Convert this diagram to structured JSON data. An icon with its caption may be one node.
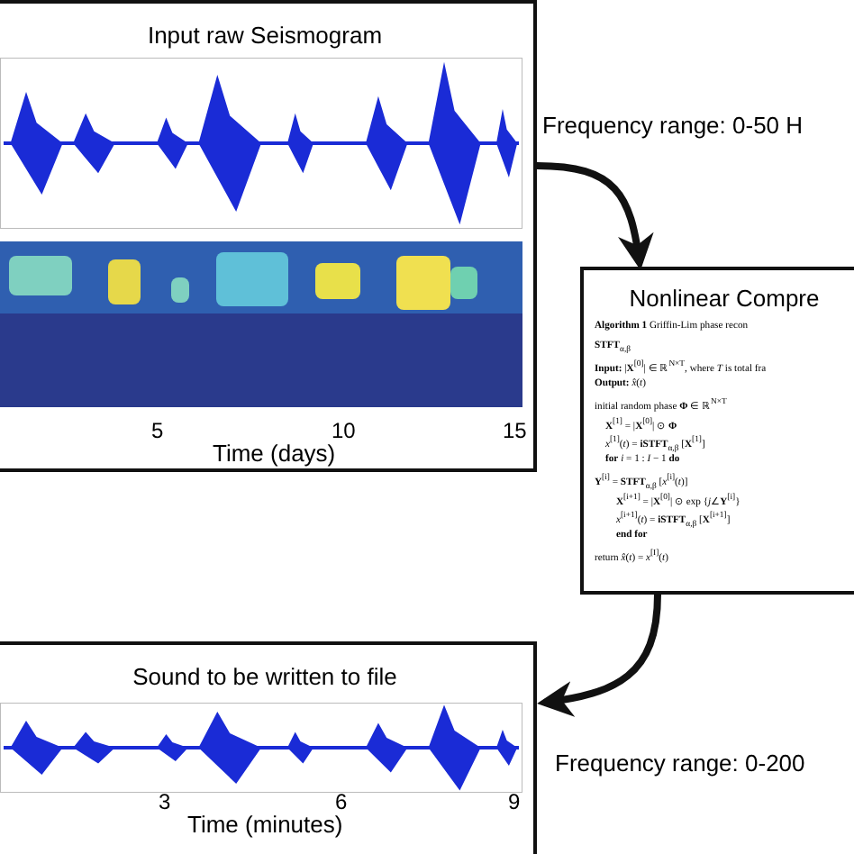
{
  "diagram": {
    "nodes": [
      {
        "text": [
          "Input raw Seismogram"
        ]
      },
      {
        "text": [
          "Nonlinear Compre",
          "**Algorithm 1** Griffin-Lim phase recon",
          "**STFT**$_{α,β}$",
          "**Input:** |**X**$^{[0]}$| ∈ ℝ$^{N×T}$, where *T* is total fra",
          "**Output:** *x̂*(*t*)",
          "initial random phase **Φ** ∈ ℝ$^{N×T}$",
          "**X**$^{[1]}$ = |**X**$^{[0]}$| ⊙ **Φ**",
          "*x*$^{[1]}$(*t*) = **iSTFT**$_{α,β}$ [**X**$^{[1]}$]",
          "**for** *i* = 1 : *I* − 1 **do**",
          "**Y**$^{[i]}$ = **STFT**$_{α,β}$ [*x*$^{[i]}$(*t*)]",
          "**X**$^{[i+1]}$ = |**X**$^{[0]}$| ⊙ exp {*j*∠**Y**$^{[i]}$}",
          "*x*$^{[i+1]}$(*t*) = **iSTFT**$_{α,β}$ [**X**$^{[i+1]}$]",
          "**end for**",
          "return *x̂*(*t*) = *x*$^{[I]}$(*t*)"
        ]
      },
      {
        "text": [
          "Sound to be written to file"
        ]
      }
    ],
    "edges": [
      {
        "from": 0,
        "to": 1,
        "arrow": "to",
        "label": "Frequency range: 0-50 H"
      },
      {
        "from": 1,
        "to": 2,
        "arrow": "to",
        "label": "Frequency range: 0-200"
      }
    ],
    "labels": [
      "5",
      "10",
      "15",
      "Time (days)",
      "3",
      "6",
      "9",
      "Time (minutes)"
    ]
  }
}
